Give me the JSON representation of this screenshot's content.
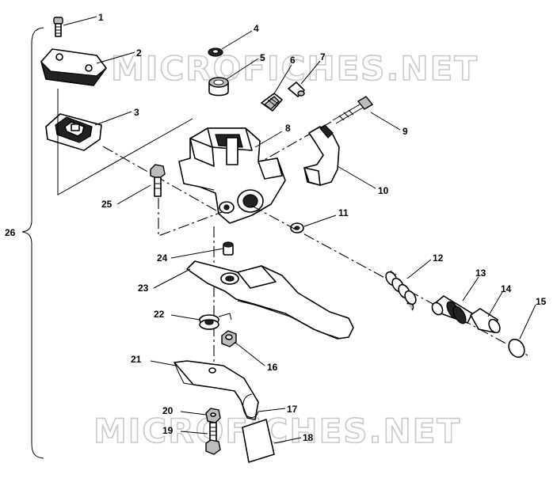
{
  "diagram": {
    "watermark": [
      "MICROFICHES.NET",
      "MICROFICHES.NET"
    ],
    "callouts": [
      "1",
      "2",
      "3",
      "4",
      "5",
      "6",
      "7",
      "8",
      "9",
      "10",
      "11",
      "12",
      "13",
      "14",
      "15",
      "16",
      "17",
      "18",
      "19",
      "20",
      "21",
      "22",
      "23",
      "24",
      "25",
      "26"
    ]
  },
  "colors": {
    "line": "#000000",
    "watermark_outline": "#c9c9c9",
    "background": "#ffffff"
  }
}
